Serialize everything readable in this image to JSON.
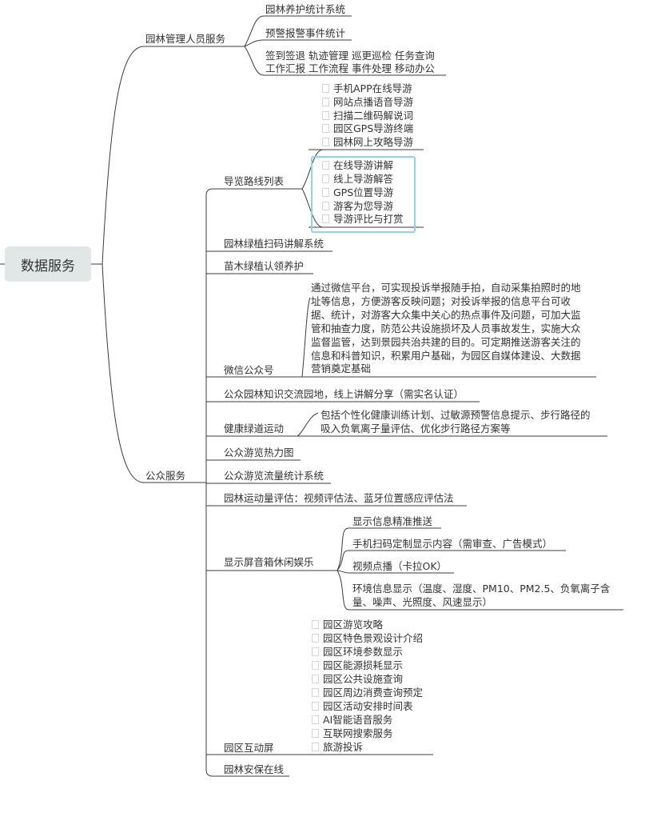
{
  "root": "数据服务",
  "branch1": {
    "label": "园林管理人员服务",
    "items": [
      "园林养护统计系统",
      "预警报警事件统计",
      "签到签退 轨迹管理 巡更巡检 任务查询",
      "工作汇报 工作流程 事件处理 移动办公"
    ]
  },
  "branch2": {
    "label": "公众服务",
    "guide": {
      "label": "导览路线列表",
      "group1": [
        "手机APP在线导游",
        "网站点播语音导游",
        "扫描二维码解说词",
        "园区GPS导游终端",
        "园林网上攻略导游"
      ],
      "group2": [
        "在线导游讲解",
        "线上导游解答",
        "GPS位置导游",
        "游客为您导游",
        "导游评比与打赏"
      ]
    },
    "scan": "园林绿植扫码讲解系统",
    "adopt": "苗木绿植认领养护",
    "wechat": {
      "label": "微信公众号",
      "desc_lines": [
        "通过微信平台，可实现投诉举报随手拍，自动采集拍照时的地",
        "址等信息，方便游客反映问题；对投诉举报的信息平台可收",
        "据、统计，对游客大众集中关心的热点事件及问题，可加大监",
        "管和抽查力度，防范公共设施损坏及人员事故发生，实施大众",
        "监督监管，达到景园共治共建的目的。可定期推送游客关注的",
        "信息和科普知识，积累用户基础，为园区自媒体建设、大数据",
        "营销奠定基础"
      ]
    },
    "knowledge": "公众园林知识交流园地，线上讲解分享（需实名认证）",
    "health": {
      "label": "健康绿道运动",
      "desc_lines": [
        "包括个性化健康训练计划、过敏源预警信息提示、步行路径的",
        "吸入负氧离子量评估、优化步行路径方案等"
      ]
    },
    "heatmap": "公众游览热力图",
    "flow": "公众游览流量统计系统",
    "exercise": "园林运动量评估：视频评估法、蓝牙位置感应评估法",
    "screen": {
      "label": "显示屏音箱休闲娱乐",
      "items": [
        "显示信息精准推送",
        "手机扫码定制显示内容（需审查、广告模式）",
        "视频点播（卡拉OK）"
      ],
      "env_lines": [
        "环境信息显示（温度、湿度、PM10、PM2.5、负氧离子含",
        "量、噪声、光照度、风速显示）"
      ]
    },
    "interactive": {
      "label": "园区互动屏",
      "items": [
        "园区游览攻略",
        "园区特色景观设计介绍",
        "园区环境参数显示",
        "园区能源损耗显示",
        "园区公共设施查询",
        "园区周边消费查询预定",
        "园区活动安排时间表",
        "AI智能语音服务",
        "互联网搜索服务",
        "旅游投诉"
      ]
    },
    "security": "园林安保在线"
  }
}
